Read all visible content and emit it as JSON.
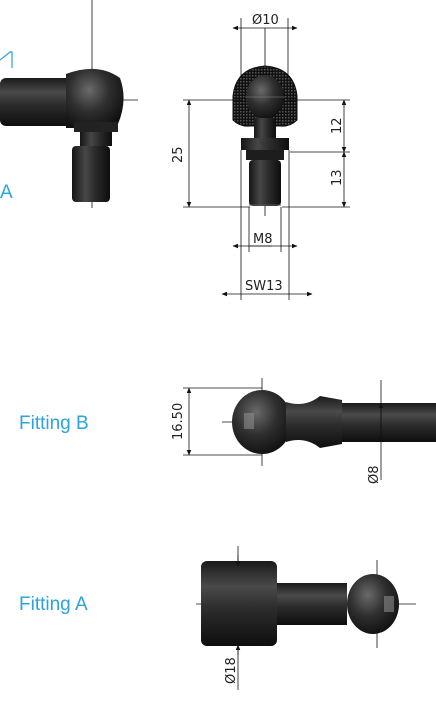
{
  "colors": {
    "accent": "#2ba3dc",
    "part": "#2b2b2b",
    "line": "#111111"
  },
  "top_view": {
    "partial_label": "A",
    "dims": {
      "dia_10": "Ø10",
      "d25": "25",
      "d12": "12",
      "d13": "13",
      "m8": "M8",
      "sw13": "SW13"
    }
  },
  "fitting_b": {
    "label": "Fitting B",
    "dims": {
      "d1650": "16.50",
      "dia_8": "Ø8"
    }
  },
  "fitting_a": {
    "label": "Fitting A",
    "dims": {
      "dia_18": "Ø18"
    }
  }
}
